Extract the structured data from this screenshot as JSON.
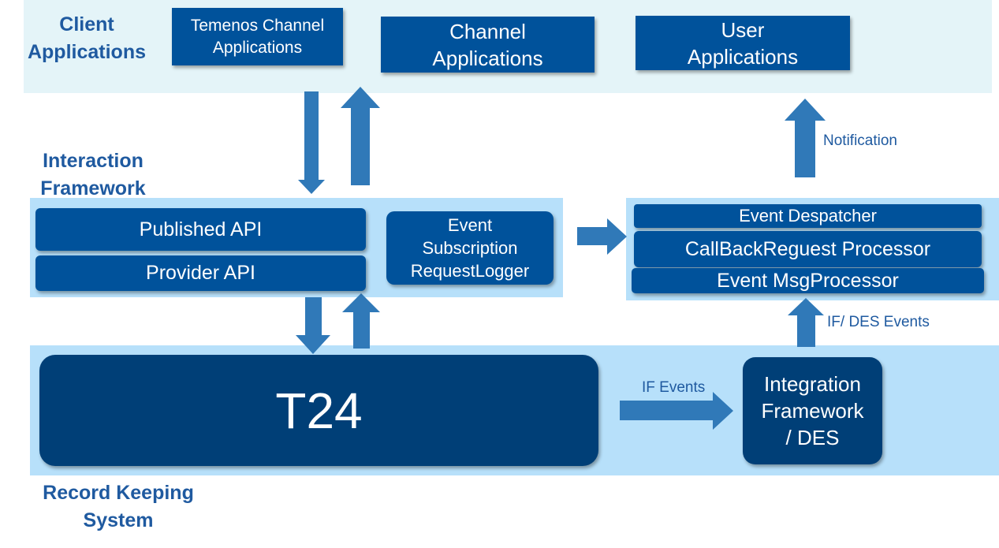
{
  "layers": {
    "client": {
      "title": "Client\nApplications"
    },
    "interaction": {
      "title": "Interaction\nFramework"
    },
    "record_keeping": {
      "title": "Record Keeping\nSystem"
    }
  },
  "client_apps": {
    "temenos_channel": "Temenos Channel\nApplications",
    "channel": "Channel\nApplications",
    "user": "User\nApplications"
  },
  "interaction_components": {
    "published_api": "Published API",
    "provider_api": "Provider API",
    "event_subscription": "Event\nSubscription\nRequestLogger"
  },
  "event_components": {
    "event_despatcher": "Event Despatcher",
    "callback_processor": "CallBackReguest Processor",
    "event_msg_processor": "Event MsgProcessor"
  },
  "record_components": {
    "t24": "T24",
    "integration_framework": "Integration\nFramework\n/ DES"
  },
  "flow_labels": {
    "notification": "Notification",
    "if_des_events": "IF/ DES Events",
    "if_events": "IF Events"
  },
  "colors": {
    "band_light": "#e4f4f8",
    "band_blue": "#b7e0fa",
    "box_blue": "#00529b",
    "box_dark": "#003f77",
    "arrow_blue": "#3079b8",
    "title_blue": "#1f5aa0"
  }
}
